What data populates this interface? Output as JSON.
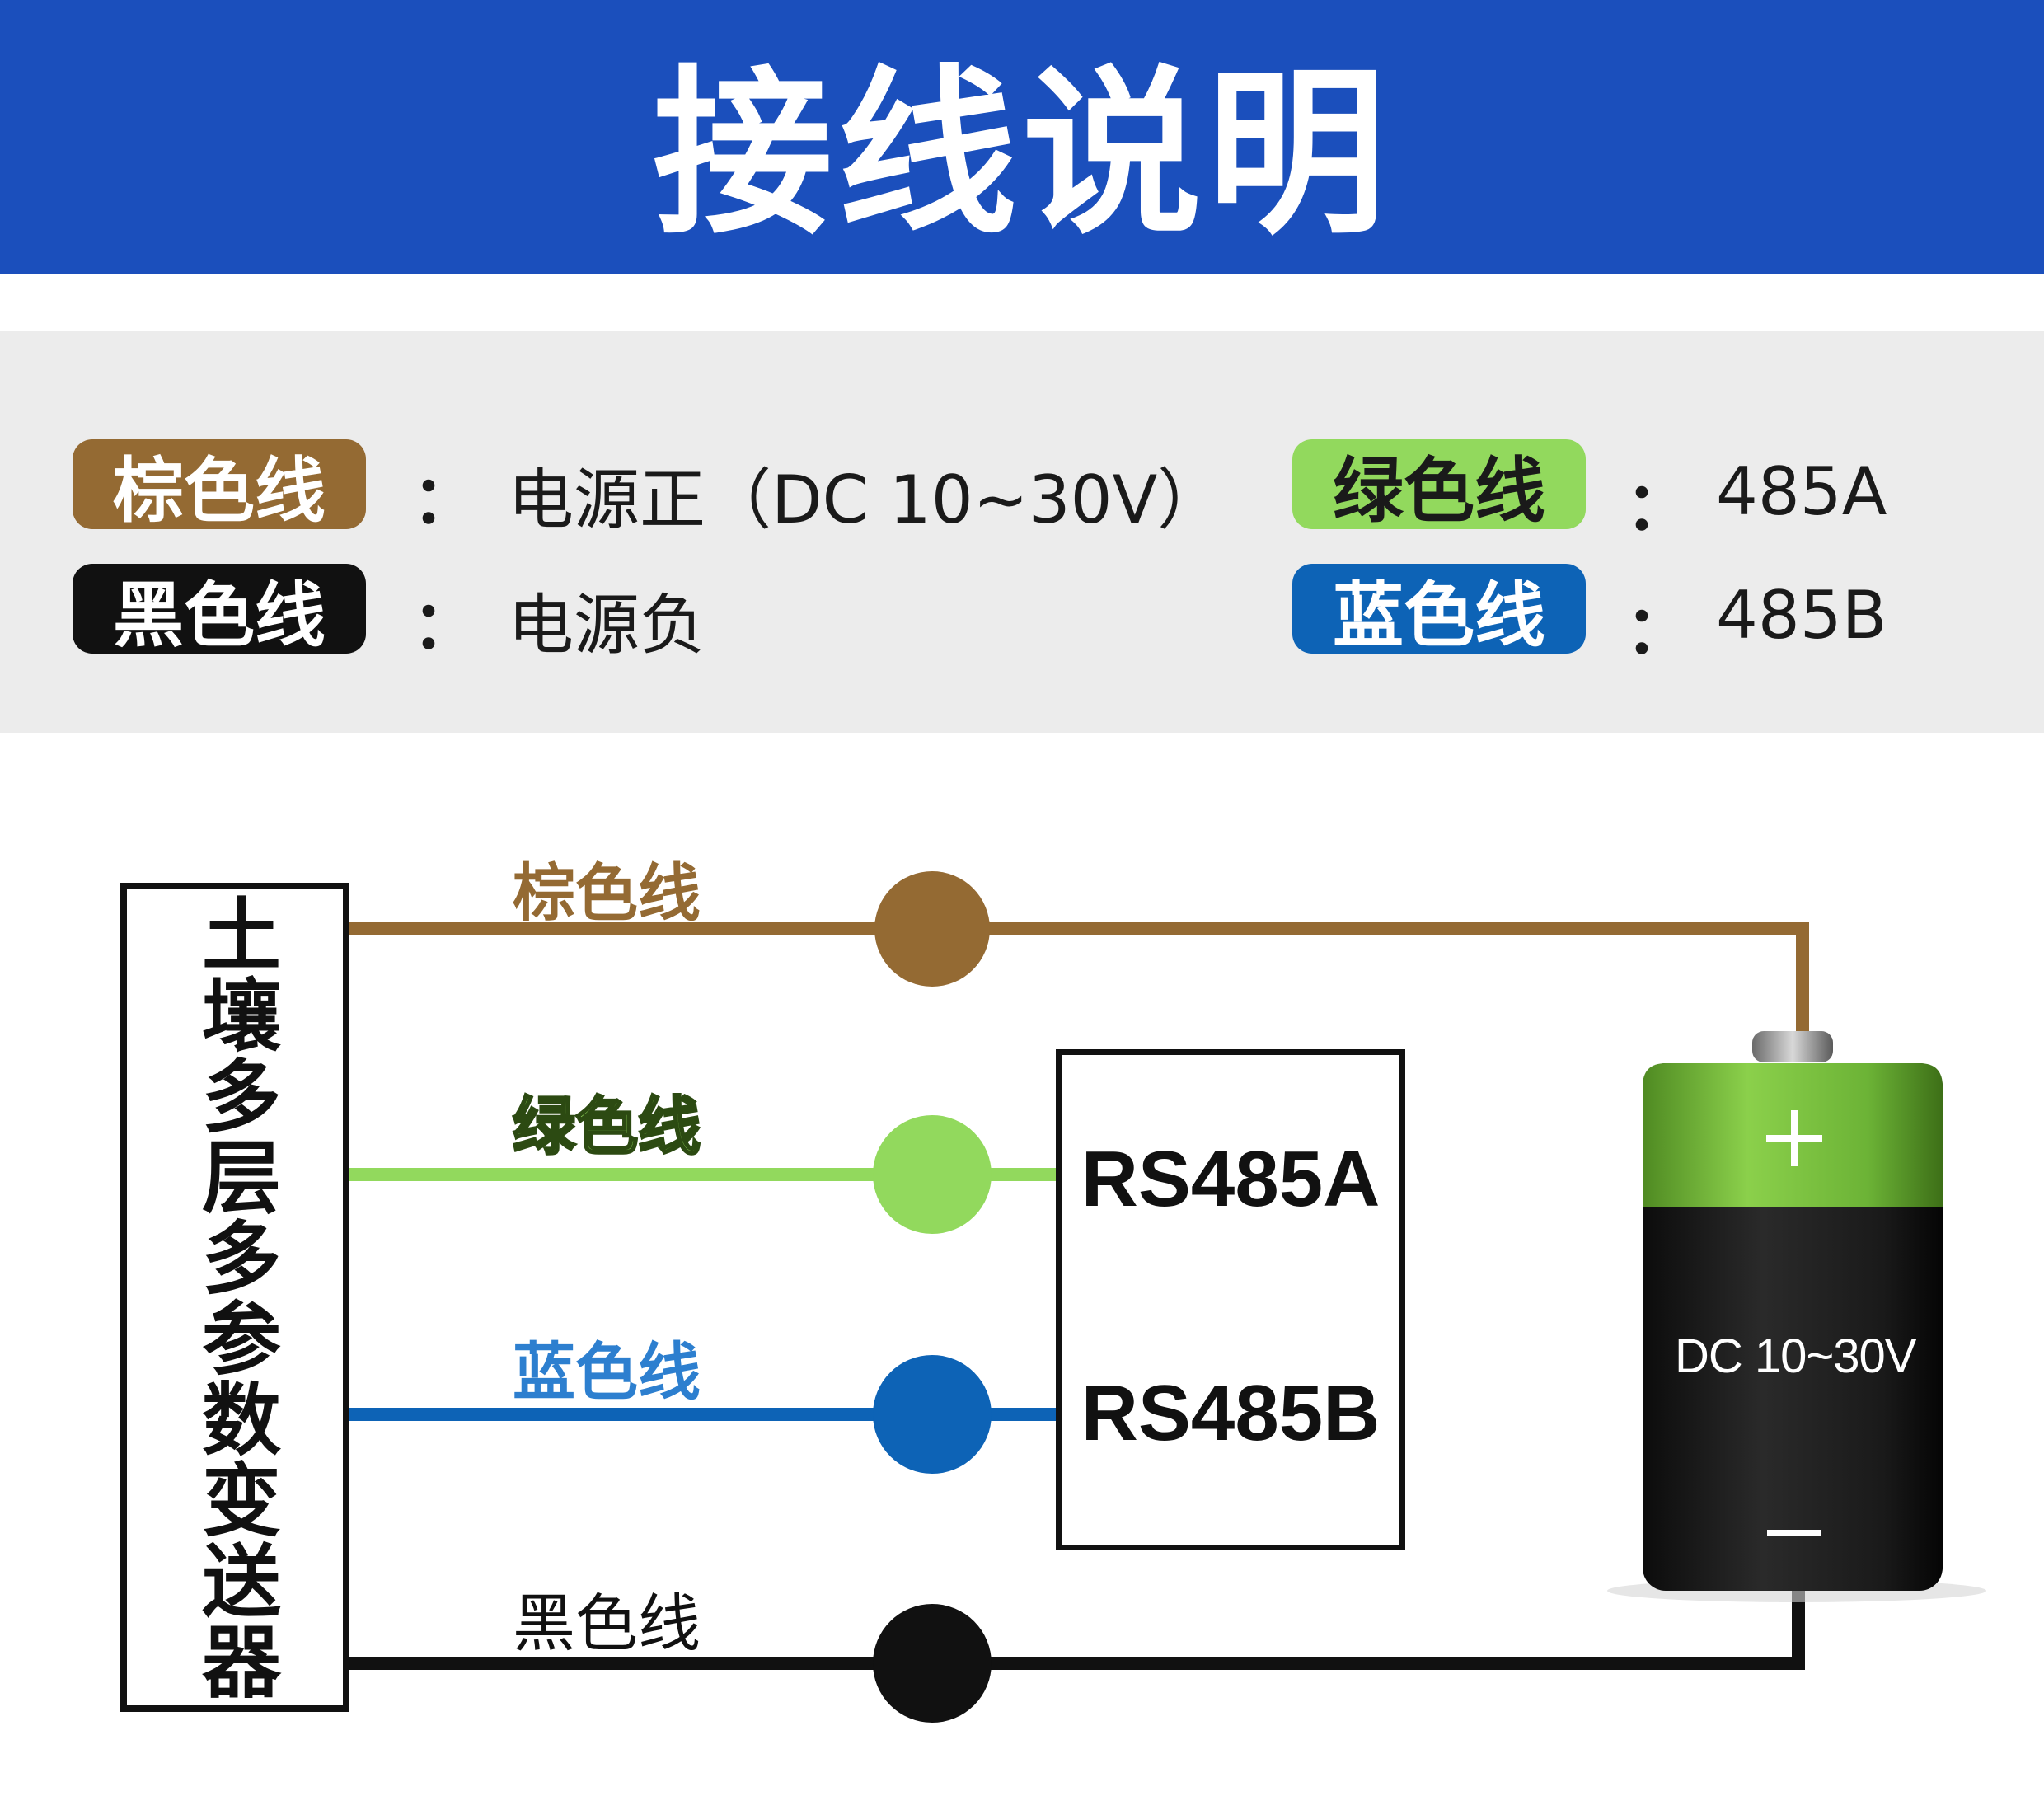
{
  "header": {
    "title": "接线说明"
  },
  "colors": {
    "header_bg": "#1b4fbc",
    "brown": "#946a33",
    "black": "#111111",
    "green": "#92d95d",
    "blue": "#0d63b6",
    "legend_bg": "#ececec"
  },
  "legend": {
    "items": [
      {
        "wire": "棕色线",
        "colon": "：",
        "desc": "电源正（DC 10~30V）"
      },
      {
        "wire": "黑色线",
        "colon": "：",
        "desc": "电源负"
      },
      {
        "wire": "绿色线",
        "colon": "：",
        "desc": "485A"
      },
      {
        "wire": "蓝色线",
        "colon": "：",
        "desc": "485B"
      }
    ]
  },
  "diagram": {
    "device_name": "土壤多层多参数变送器",
    "wire_labels": {
      "brown": "棕色线",
      "green": "绿色线",
      "blue": "蓝色线",
      "black": "黑色线"
    },
    "rs485": {
      "a": "RS485A",
      "b": "RS485B"
    },
    "battery": {
      "plus": "+",
      "minus": "—",
      "voltage": "DC 10~30V"
    }
  }
}
